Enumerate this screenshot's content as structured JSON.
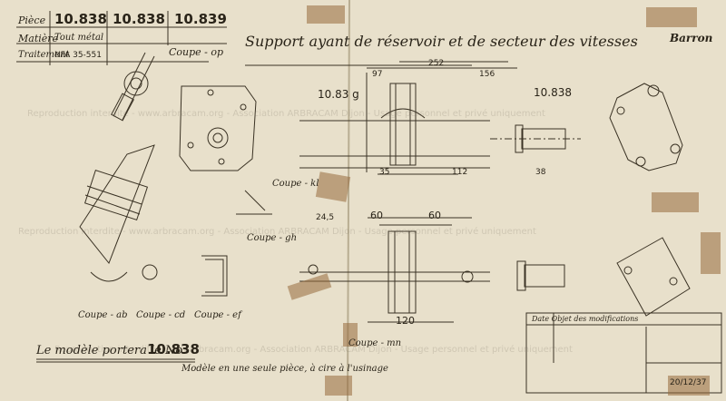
{
  "header": {
    "piece_label": "Pièce",
    "matiere_label": "Matière",
    "traitement_label": "Traitement",
    "piece_numbers": [
      "10.838",
      "10.838",
      "10.839"
    ],
    "matiere_value": "Tout métal",
    "traitement_value": "NFA 35-551",
    "title": "Support ayant de réservoir et de secteur des vitesses",
    "signature": "Barron"
  },
  "views": {
    "coupe_op": "Coupe - op",
    "coupe_kl": "Coupe - kl",
    "coupe_gh": "Coupe - gh",
    "coupe_ab": "Coupe - ab",
    "coupe_cd": "Coupe - cd",
    "coupe_ef": "Coupe - ef",
    "coupe_mn": "Coupe - mn",
    "part_a": "10.83 g",
    "part_b": "10.838"
  },
  "dims": [
    "97",
    "252",
    "156",
    "60",
    "60",
    "120",
    "112",
    "24,5",
    "35",
    "38"
  ],
  "footer": {
    "model_note": "Le modèle portera le No",
    "model_number": "10.838",
    "casting_note": "Modèle en une seule pièce, à cire à l'usinage",
    "date": "20/12/37",
    "modif_header": "Date  Objet des modifications"
  },
  "watermark": "Reproduction interdite - www.arbracam.org - Association ARBRACAM Dijon - Usage personnel et privé uniquement",
  "colors": {
    "paper": "#e8e0cb",
    "ink": "#2a2419",
    "tape": "#96693c"
  }
}
